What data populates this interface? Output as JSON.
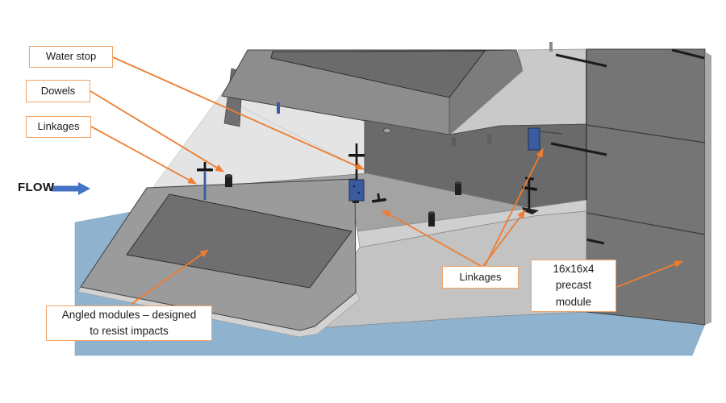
{
  "labels": {
    "water_stop": "Water stop",
    "dowels": "Dowels",
    "linkages_left": "Linkages",
    "angled_modules": "Angled modules – designed\nto resist impacts",
    "linkages_bottom": "Linkages",
    "precast_module": "16x16x4\nprecast\nmodule",
    "flow": "FLOW"
  },
  "colors": {
    "annotation_orange": "#ED7D31",
    "label_border": "#F0A368",
    "label_text": "#1A1A1A",
    "flow_arrow_blue": "#4472C4",
    "water_blue": "#8FB3CE",
    "hardware_blue": "#3A5BA0",
    "back_plane": "#E4E4E4",
    "roof_top": "#8D8D8D",
    "roof_panel": "#6B6B6B",
    "roof_side": "#7C7C7C",
    "right_plane": "#C9C9C9",
    "alcove_wall": "#6A6A6A",
    "wall_front": "#757575",
    "wall_edge": "#A7A7A7",
    "deck": "#A3A3A3",
    "deck_bevel": "#CFCFCF",
    "front_slope": "#C3C3C3",
    "module_surface": "#9B9B9B",
    "module_panel": "#6F6F6F",
    "module_edge": "#D2D2D2",
    "rod_black": "#1C1C1C"
  }
}
